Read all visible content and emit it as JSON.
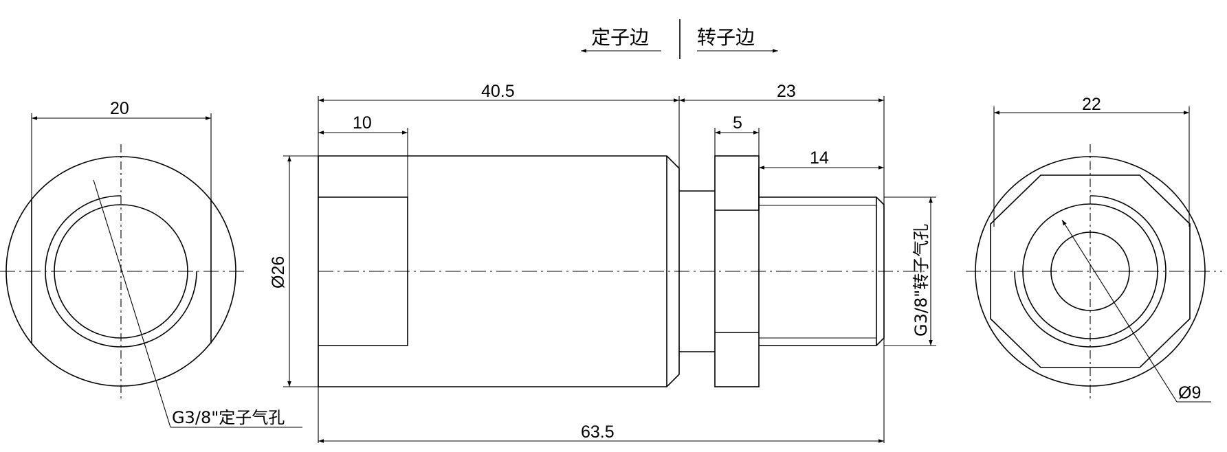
{
  "header": {
    "left_label": "定子边",
    "right_label": "转子边"
  },
  "dimensions": {
    "left_view_width": "20",
    "left_view_note": "G3/8\"定子气孔",
    "overall_stator_length": "40.5",
    "stator_bore_depth": "10",
    "stator_diameter": "Ø26",
    "rotor_length": "23",
    "nut_width": "5",
    "thread_length": "14",
    "rotor_thread_note": "G3/8\"转子气孔",
    "overall_length": "63.5",
    "right_view_width": "22",
    "right_view_bore": "Ø9"
  }
}
